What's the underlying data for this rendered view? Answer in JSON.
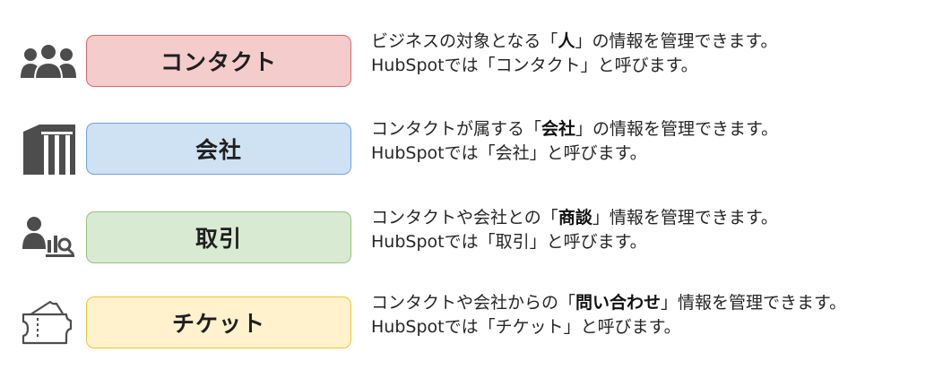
{
  "colors": {
    "contact_fill": "#f4cccc",
    "contact_border": "#e06666",
    "company_fill": "#cfe2f3",
    "company_border": "#6d9eeb",
    "deal_fill": "#d9ead3",
    "deal_border": "#93c47d",
    "ticket_fill": "#fff2cc",
    "ticket_border": "#f1c232",
    "icon": "#4d4d4d"
  },
  "objects": [
    {
      "icon": "people-group-icon",
      "label": "コンタクト",
      "desc_before": "ビジネスの対象となる「",
      "desc_bold": "人",
      "desc_after": "」の情報を管理できます。",
      "desc_line2": "HubSpotでは「コンタクト」と呼びます。"
    },
    {
      "icon": "building-icon",
      "label": "会社",
      "desc_before": "コンタクトが属する「",
      "desc_bold": "会社",
      "desc_after": "」の情報を管理できます。",
      "desc_line2": "HubSpotでは「会社」と呼びます。"
    },
    {
      "icon": "person-chart-icon",
      "label": "取引",
      "desc_before": "コンタクトや会社との「",
      "desc_bold": "商談",
      "desc_after": "」情報を管理できます。",
      "desc_line2": "HubSpotでは「取引」と呼びます。"
    },
    {
      "icon": "ticket-icon",
      "label": "チケット",
      "desc_before": "コンタクトや会社からの「",
      "desc_bold": "問い合わせ",
      "desc_after": "」情報を管理できます。",
      "desc_line2": "HubSpotでは「チケット」と呼びます。"
    }
  ]
}
